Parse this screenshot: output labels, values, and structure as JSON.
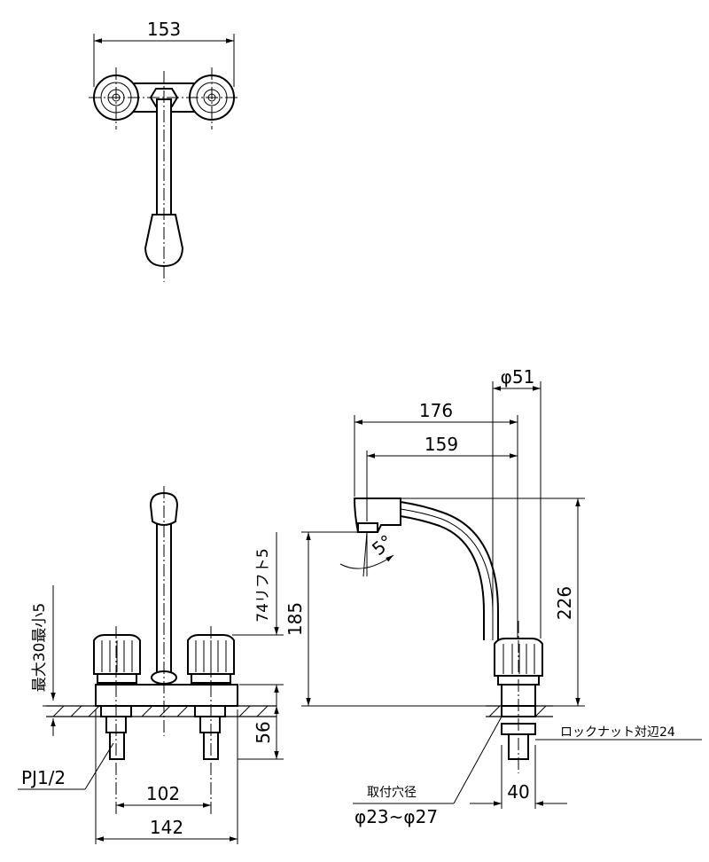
{
  "top_view": {
    "width_dim": "153"
  },
  "front_view": {
    "dim_max_min": "最大30最小5",
    "dim_lift": "74リフト5",
    "dim_185": "185",
    "dim_56": "56",
    "dim_102": "102",
    "dim_142": "142",
    "thread_label": "PJ1/2"
  },
  "side_view": {
    "dim_phi51": "φ51",
    "dim_176": "176",
    "dim_159": "159",
    "dim_226": "226",
    "angle": "5°",
    "lock_nut": "ロックナット対辺24",
    "mount_hole_label": "取付穴径",
    "mount_hole_value": "φ23~φ27",
    "dim_40": "40"
  }
}
